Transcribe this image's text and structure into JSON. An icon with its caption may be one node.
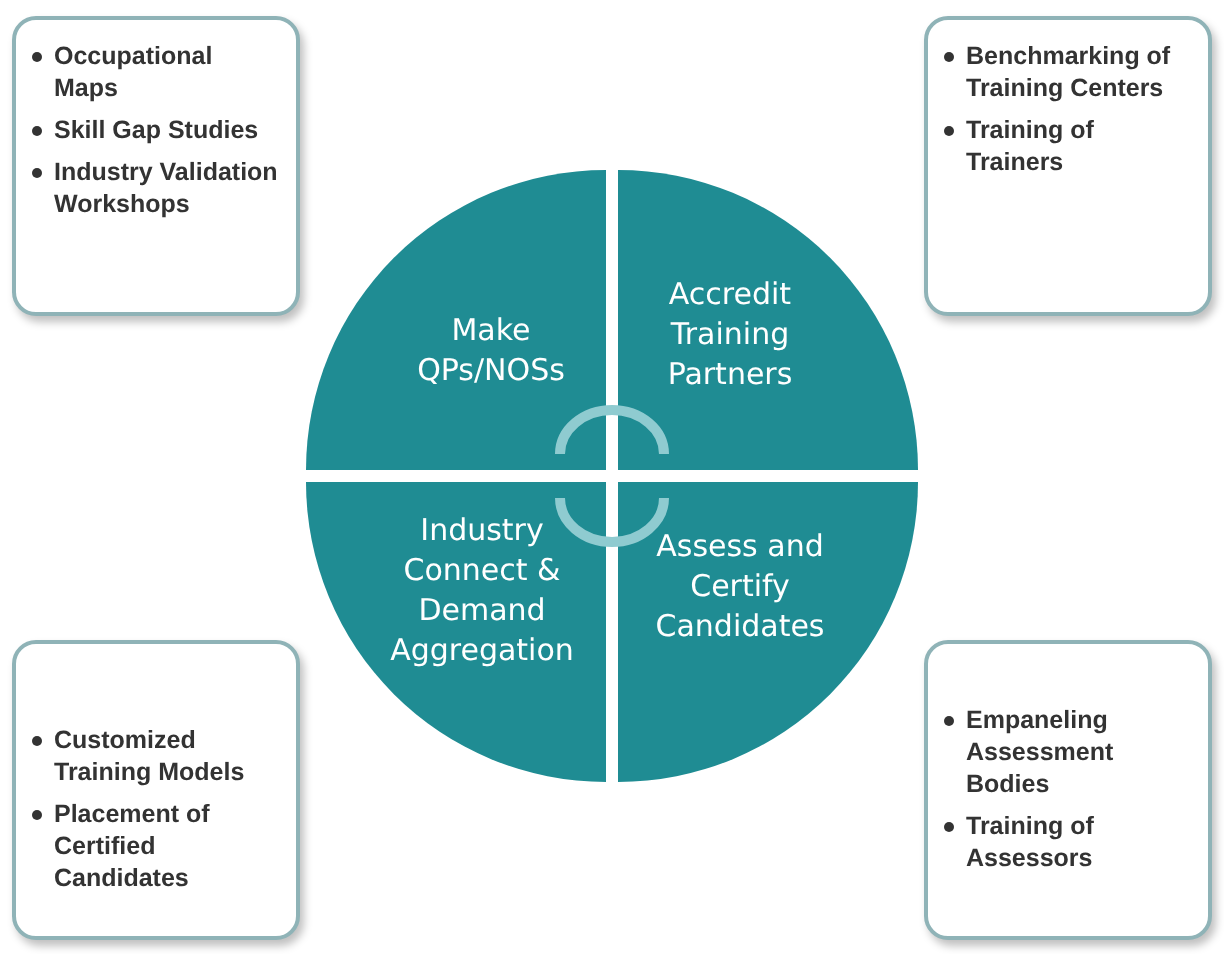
{
  "diagram": {
    "nodes": [
      {
        "text": [
          "Occupational Maps",
          "Skill Gap Studies",
          "Industry Validation Workshops"
        ]
      },
      {
        "text": [
          "Benchmarking of Training Centers",
          "Training of Trainers"
        ]
      },
      {
        "text": [
          "Make QPs/NOSs"
        ]
      },
      {
        "text": [
          "Accredit Training Partners"
        ]
      },
      {
        "text": [
          "Industry Connect & Demand Aggregation"
        ]
      },
      {
        "text": [
          "Assess and Certify Candidates"
        ]
      },
      {
        "text": [
          "Customized Training Models",
          "Placement of Certified Candidates"
        ]
      },
      {
        "text": [
          "Empaneling Assessment Bodies",
          "Training of Assessors"
        ]
      }
    ]
  }
}
